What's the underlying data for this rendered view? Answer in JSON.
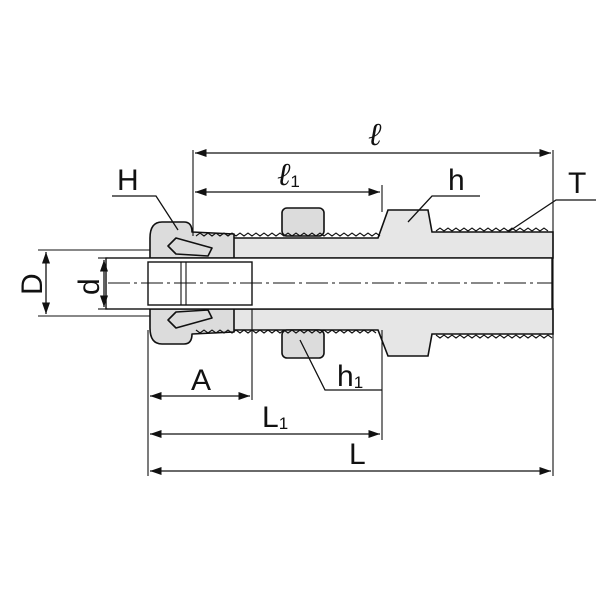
{
  "drawing": {
    "labels": {
      "H": "H",
      "T": "T",
      "h": "h",
      "h1_main": "h",
      "h1_sub": "1",
      "D": "D",
      "d": "d",
      "A": "A",
      "L": "L",
      "L1_main": "L",
      "L1_sub": "1",
      "l": "ℓ",
      "l1_main": "ℓ",
      "l1_sub": "1"
    }
  }
}
